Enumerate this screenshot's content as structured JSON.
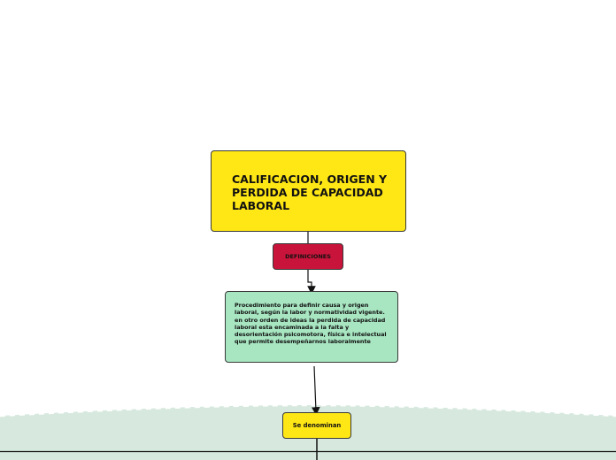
{
  "diagram": {
    "main_title": "CALIFICACION, ORIGEN Y PERDIDA DE CAPACIDAD  LABORAL",
    "definiciones_label": "DEFINICIONES",
    "definition_text": "Procedimiento para definir causa y origen laboral,  según la labor y normatividad vigente. en otro orden de ideas la perdida de capacidad laboral esta encaminada a la falta y desorientación psicomotora, física e intelectual que permite desempeñarnos laboralmente",
    "denominan_label": "Se denominan"
  },
  "colors": {
    "main_fill": "#ffe715",
    "definiciones_fill": "#c8143a",
    "definition_fill": "#a8e6c2",
    "background_band": "#d7e9df",
    "connector": "#111111"
  }
}
